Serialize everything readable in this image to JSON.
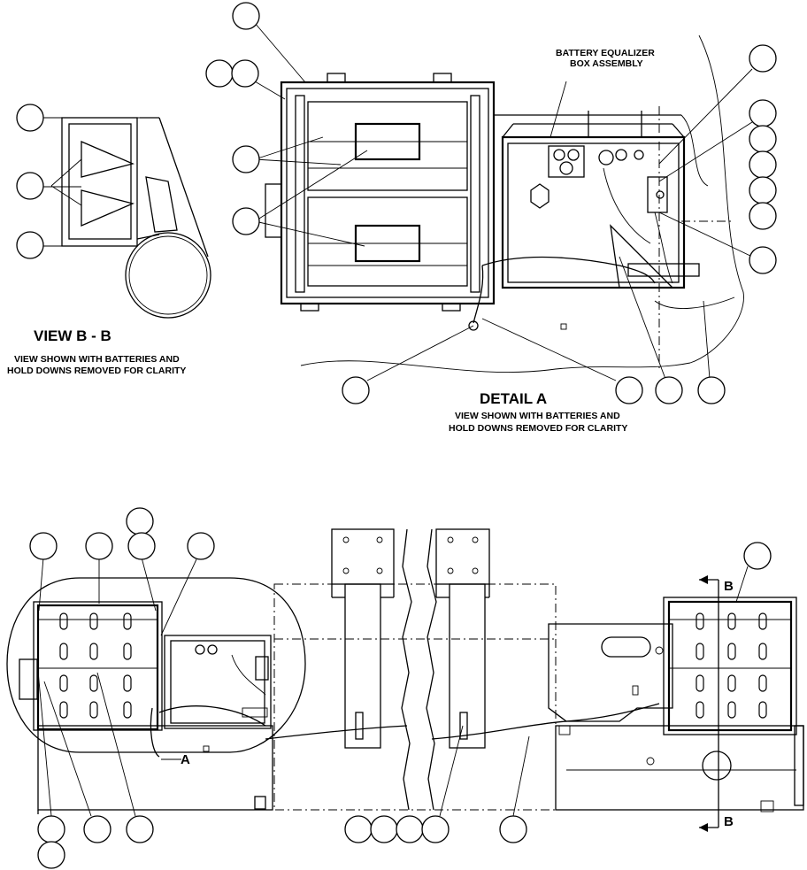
{
  "labels": {
    "view_title": "VIEW B - B",
    "view_note_1": "VIEW SHOWN WITH BATTERIES AND",
    "view_note_2": "HOLD DOWNS REMOVED FOR CLARITY",
    "detail_title": "DETAIL A",
    "detail_note_1": "VIEW SHOWN WITH BATTERIES AND",
    "detail_note_2": "HOLD DOWNS REMOVED FOR CLARITY",
    "equalizer_1": "BATTERY EQUALIZER",
    "equalizer_2": "BOX ASSEMBLY",
    "detail_callout": "A",
    "section_top": "B",
    "section_bottom": "B"
  },
  "icons": {
    "callout_bubble": "empty-circle-callout"
  },
  "colors": {
    "ink": "#000000",
    "paper": "#ffffff"
  }
}
